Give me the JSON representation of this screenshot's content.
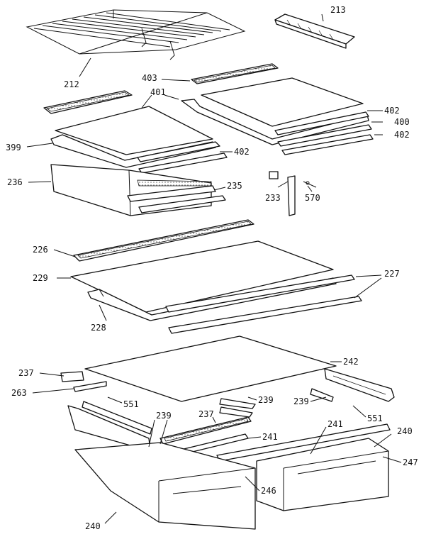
{
  "diagram": {
    "callouts": [
      {
        "id": "c213",
        "text": "213"
      },
      {
        "id": "c212",
        "text": "212"
      },
      {
        "id": "c403",
        "text": "403"
      },
      {
        "id": "c401",
        "text": "401"
      },
      {
        "id": "c402a",
        "text": "402"
      },
      {
        "id": "c400",
        "text": "400"
      },
      {
        "id": "c402b",
        "text": "402"
      },
      {
        "id": "c399",
        "text": "399"
      },
      {
        "id": "c402c",
        "text": "402"
      },
      {
        "id": "c236",
        "text": "236"
      },
      {
        "id": "c235",
        "text": "235"
      },
      {
        "id": "c233",
        "text": "233"
      },
      {
        "id": "c570",
        "text": "570"
      },
      {
        "id": "c226",
        "text": "226"
      },
      {
        "id": "c229",
        "text": "229"
      },
      {
        "id": "c227",
        "text": "227"
      },
      {
        "id": "c228",
        "text": "228"
      },
      {
        "id": "c237a",
        "text": "237"
      },
      {
        "id": "c242",
        "text": "242"
      },
      {
        "id": "c263",
        "text": "263"
      },
      {
        "id": "c551a",
        "text": "551"
      },
      {
        "id": "c239a",
        "text": "239"
      },
      {
        "id": "c239b",
        "text": "239"
      },
      {
        "id": "c239c",
        "text": "239"
      },
      {
        "id": "c551b",
        "text": "551"
      },
      {
        "id": "c237b",
        "text": "237"
      },
      {
        "id": "c241a",
        "text": "241"
      },
      {
        "id": "c241b",
        "text": "241"
      },
      {
        "id": "c240a",
        "text": "240"
      },
      {
        "id": "c247",
        "text": "247"
      },
      {
        "id": "c246",
        "text": "246"
      },
      {
        "id": "c240b",
        "text": "240"
      }
    ]
  }
}
